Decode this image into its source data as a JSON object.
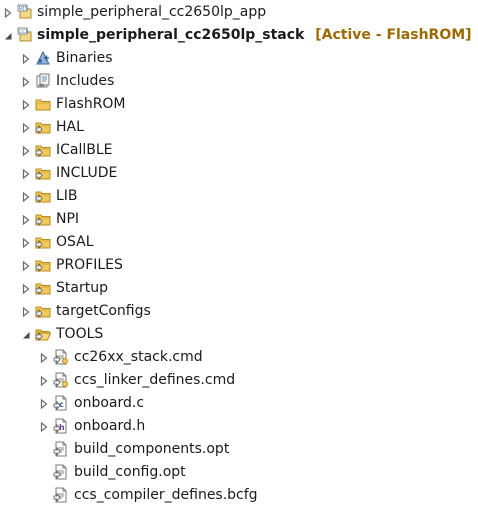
{
  "project_explorer": {
    "projects": [
      {
        "name": "simple_peripheral_cc2650lp_app",
        "expanded": false,
        "icon": "ccs-project-icon"
      },
      {
        "name": "simple_peripheral_cc2650lp_stack",
        "decoration": "[Active - FlashROM]",
        "expanded": true,
        "icon": "ccs-project-icon",
        "children": [
          {
            "label": "Binaries",
            "icon": "binaries-icon"
          },
          {
            "label": "Includes",
            "icon": "includes-icon"
          },
          {
            "label": "FlashROM",
            "icon": "folder-icon"
          },
          {
            "label": "HAL",
            "icon": "linked-folder-icon"
          },
          {
            "label": "ICallBLE",
            "icon": "linked-folder-icon"
          },
          {
            "label": "INCLUDE",
            "icon": "linked-folder-icon"
          },
          {
            "label": "LIB",
            "icon": "linked-folder-icon"
          },
          {
            "label": "NPI",
            "icon": "linked-folder-icon"
          },
          {
            "label": "OSAL",
            "icon": "linked-folder-icon"
          },
          {
            "label": "PROFILES",
            "icon": "linked-folder-icon"
          },
          {
            "label": "Startup",
            "icon": "linked-folder-icon"
          },
          {
            "label": "targetConfigs",
            "icon": "linked-folder-icon"
          },
          {
            "label": "TOOLS",
            "icon": "linked-folder-icon",
            "expanded": true,
            "children": [
              {
                "label": "cc26xx_stack.cmd",
                "icon": "cmd-file-icon"
              },
              {
                "label": "ccs_linker_defines.cmd",
                "icon": "cmd-file-icon"
              },
              {
                "label": "onboard.c",
                "icon": "c-file-icon"
              },
              {
                "label": "onboard.h",
                "icon": "h-file-icon"
              },
              {
                "label": "build_components.opt",
                "icon": "text-file-icon"
              },
              {
                "label": "build_config.opt",
                "icon": "text-file-icon"
              },
              {
                "label": "ccs_compiler_defines.bcfg",
                "icon": "text-file-icon"
              }
            ]
          }
        ]
      }
    ]
  }
}
